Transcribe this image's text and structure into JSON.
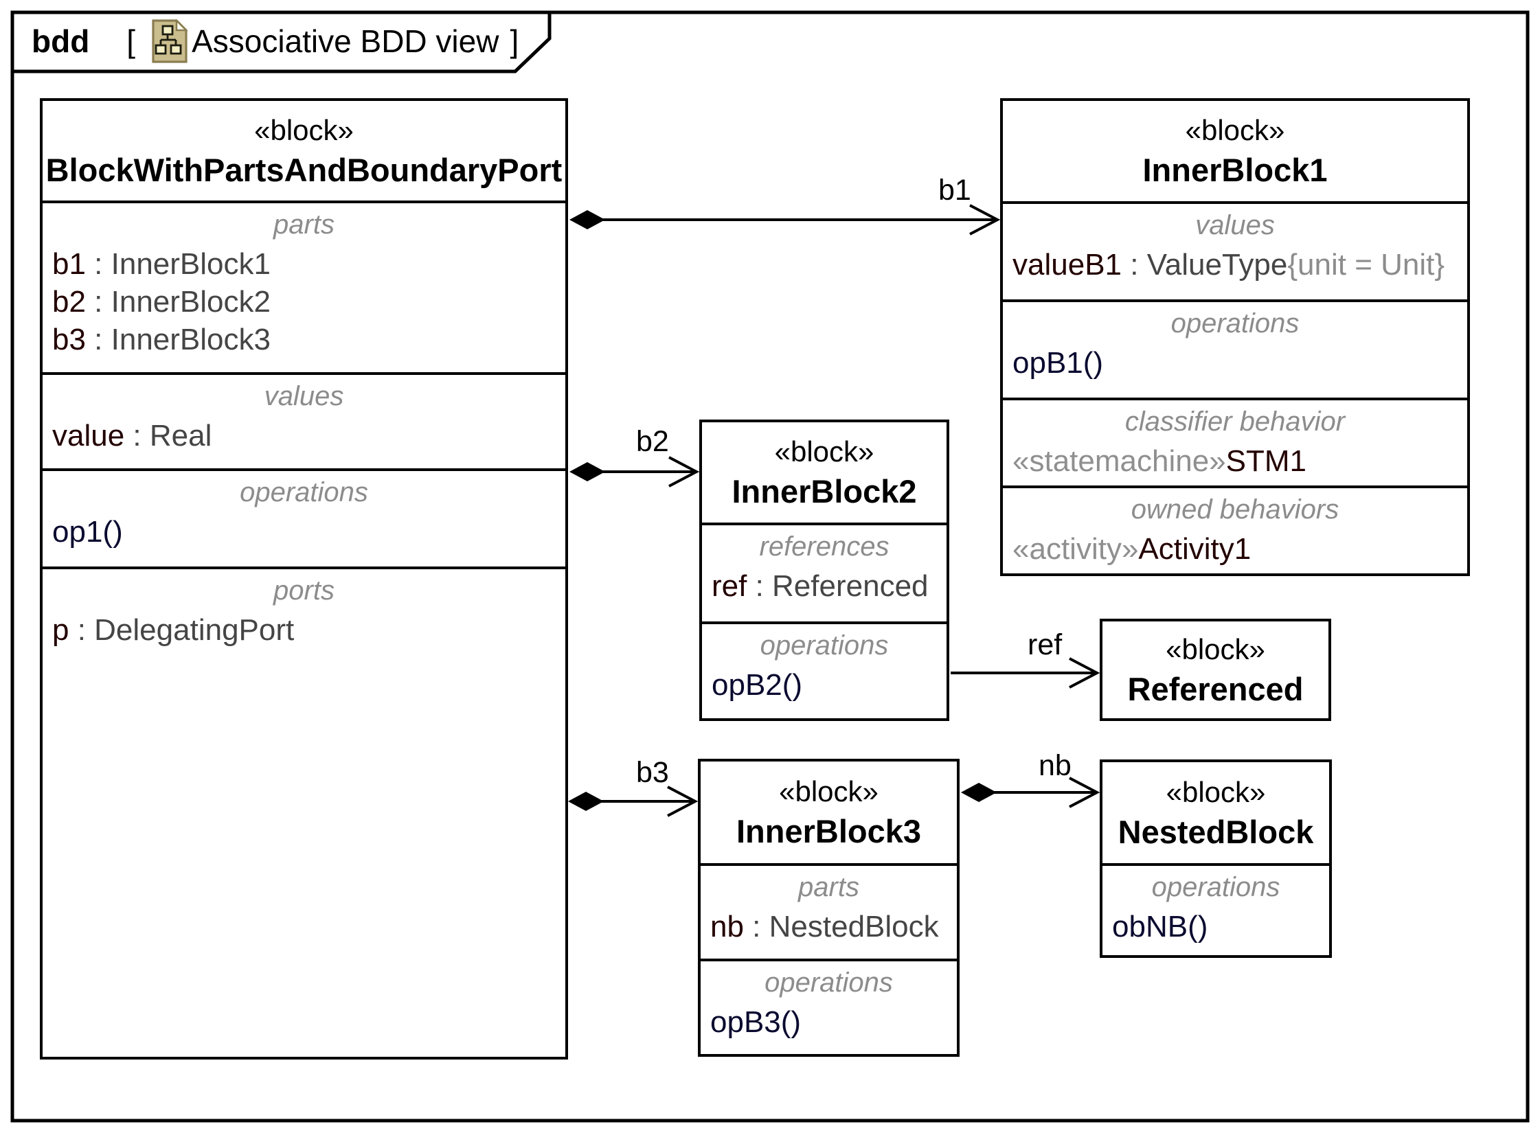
{
  "diagram": {
    "frame_kind": "bdd",
    "bracket_open": "[",
    "bracket_close": "]",
    "view_name": "Associative BDD view",
    "icon": "bdd-diagram-icon"
  },
  "colors": {
    "line": "#000000",
    "compartment_label_gray": "#8c8c8c",
    "property_name_maroon": "#230000",
    "property_type_gray": "#454545",
    "operation_navy": "#0a0a30",
    "icon_page_tan": "#cbbe8e",
    "icon_page_border": "#8a7d50",
    "icon_square_fill": "#f2edc4"
  },
  "blocks": {
    "main": {
      "stereotype": "«block»",
      "name": "BlockWithPartsAndBoundaryPort",
      "compartments": {
        "parts": {
          "label": "parts",
          "items": [
            {
              "name": "b1",
              "type": " : InnerBlock1"
            },
            {
              "name": "b2",
              "type": " : InnerBlock2"
            },
            {
              "name": "b3",
              "type": " : InnerBlock3"
            }
          ]
        },
        "values": {
          "label": "values",
          "items": [
            {
              "name": "value",
              "type": " : Real"
            }
          ]
        },
        "operations": {
          "label": "operations",
          "items": [
            {
              "op": "op1()"
            }
          ]
        },
        "ports": {
          "label": "ports",
          "items": [
            {
              "name": "p",
              "type": " : DelegatingPort"
            }
          ]
        }
      }
    },
    "inner1": {
      "stereotype": "«block»",
      "name": "InnerBlock1",
      "compartments": {
        "values": {
          "label": "values",
          "items": [
            {
              "name": "valueB1",
              "type": " : ValueType",
              "suffix": "{unit = Unit}"
            }
          ]
        },
        "operations": {
          "label": "operations",
          "items": [
            {
              "op": "opB1()"
            }
          ]
        },
        "classifier_behavior": {
          "label": "classifier behavior",
          "items": [
            {
              "stereotype": "«statemachine»",
              "name": "STM1"
            }
          ]
        },
        "owned_behaviors": {
          "label": "owned behaviors",
          "items": [
            {
              "stereotype": "«activity»",
              "name": "Activity1"
            }
          ]
        }
      }
    },
    "inner2": {
      "stereotype": "«block»",
      "name": "InnerBlock2",
      "compartments": {
        "references": {
          "label": "references",
          "items": [
            {
              "name": "ref",
              "type": " : Referenced"
            }
          ]
        },
        "operations": {
          "label": "operations",
          "items": [
            {
              "op": "opB2()"
            }
          ]
        }
      }
    },
    "inner3": {
      "stereotype": "«block»",
      "name": "InnerBlock3",
      "compartments": {
        "parts": {
          "label": "parts",
          "items": [
            {
              "name": "nb",
              "type": " : NestedBlock"
            }
          ]
        },
        "operations": {
          "label": "operations",
          "items": [
            {
              "op": "opB3()"
            }
          ]
        }
      }
    },
    "referenced": {
      "stereotype": "«block»",
      "name": "Referenced"
    },
    "nested": {
      "stereotype": "«block»",
      "name": "NestedBlock",
      "compartments": {
        "operations": {
          "label": "operations",
          "items": [
            {
              "op": "obNB()"
            }
          ]
        }
      }
    }
  },
  "connectors": {
    "b1": {
      "label": "b1",
      "kind": "composite-association"
    },
    "b2": {
      "label": "b2",
      "kind": "composite-association"
    },
    "b3": {
      "label": "b3",
      "kind": "composite-association"
    },
    "nb": {
      "label": "nb",
      "kind": "composite-association"
    },
    "ref": {
      "label": "ref",
      "kind": "reference-association"
    }
  }
}
